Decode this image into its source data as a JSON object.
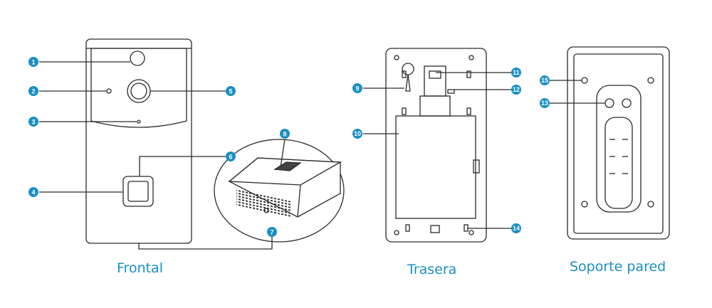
{
  "captions": {
    "front": "Frontal",
    "back": "Trasera",
    "mount": "Soporte pared"
  },
  "callouts": [
    "1",
    "2",
    "3",
    "4",
    "5",
    "6",
    "7",
    "8",
    "9",
    "10",
    "11",
    "12",
    "13",
    "14",
    "15"
  ],
  "colors": {
    "accent": "#1a8fc4",
    "line": "#2a2a2a"
  },
  "icons": {
    "camera": "camera-lens-icon",
    "pir": "pir-sensor-icon",
    "mic": "microphone-icon",
    "button": "doorbell-button-icon",
    "speaker": "speaker-grille-icon"
  }
}
